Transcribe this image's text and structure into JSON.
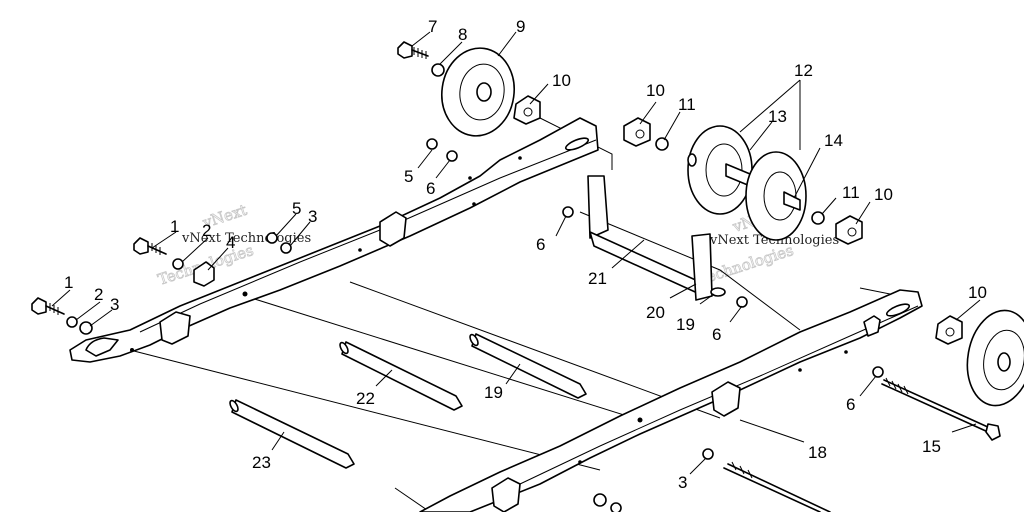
{
  "callouts": {
    "c1a": "1",
    "c1b": "1",
    "c2a": "2",
    "c2b": "2",
    "c3a": "3",
    "c3b": "3",
    "c3c": "3",
    "c4": "4",
    "c5a": "5",
    "c5b": "5",
    "c6a": "6",
    "c6b": "6",
    "c6c": "6",
    "c6d": "6",
    "c7": "7",
    "c8": "8",
    "c9": "9",
    "c10a": "10",
    "c10b": "10",
    "c10c": "10",
    "c10d": "10",
    "c11a": "11",
    "c11b": "11",
    "c12": "12",
    "c13": "13",
    "c14": "14",
    "c15": "15",
    "c18": "18",
    "c19a": "19",
    "c19b": "19",
    "c20": "20",
    "c21": "21",
    "c22": "22",
    "c23": "23"
  },
  "watermark": {
    "line1": "vNext",
    "line2": "Technologies",
    "small": "vNext Technologies"
  }
}
